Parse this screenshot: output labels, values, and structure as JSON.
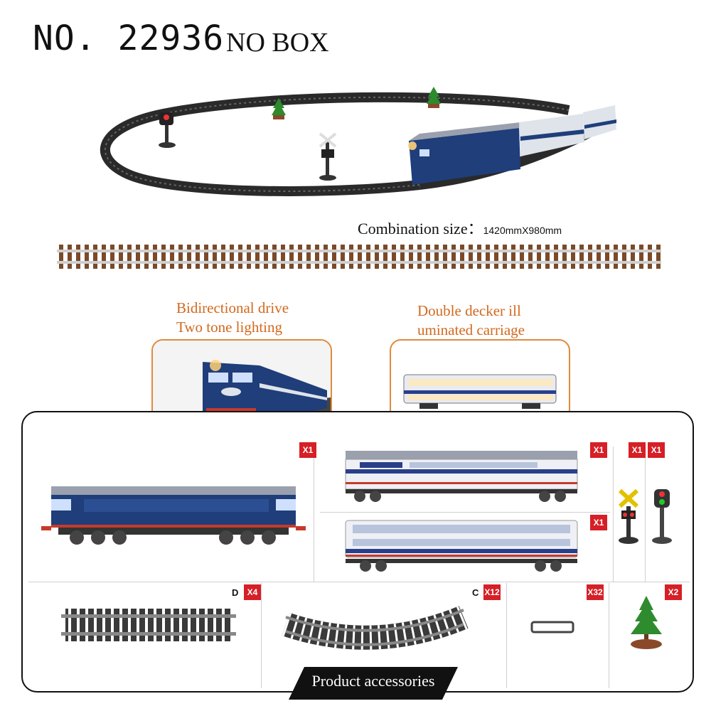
{
  "header": {
    "model_number": "NO. 22936",
    "packaging": "NO BOX"
  },
  "combination": {
    "label": "Combination size：",
    "value": "1420mmX980mm"
  },
  "features": [
    {
      "line1": "Bidirectional drive",
      "line2": "Two tone lighting"
    },
    {
      "line1": "Double decker ill",
      "line2": "uminated carriage"
    }
  ],
  "accessories": {
    "locomotive_qty": "X1",
    "sleeper_car_qty": "X1",
    "double_decker_qty": "X1",
    "crossing_signal_qty": "X1",
    "traffic_signal_qty": "X1",
    "straight_track_letter": "D",
    "straight_track_qty": "X4",
    "curved_track_letter": "C",
    "curved_track_qty": "X12",
    "connector_qty": "X32",
    "tree_qty": "X2"
  },
  "banner": "Product accessories",
  "colors": {
    "accent_orange": "#e08a3c",
    "caption_orange": "#d2691e",
    "qty_red": "#d61f26",
    "loco_blue": "#1f3e7a",
    "track_brown": "#7a4a2a"
  }
}
